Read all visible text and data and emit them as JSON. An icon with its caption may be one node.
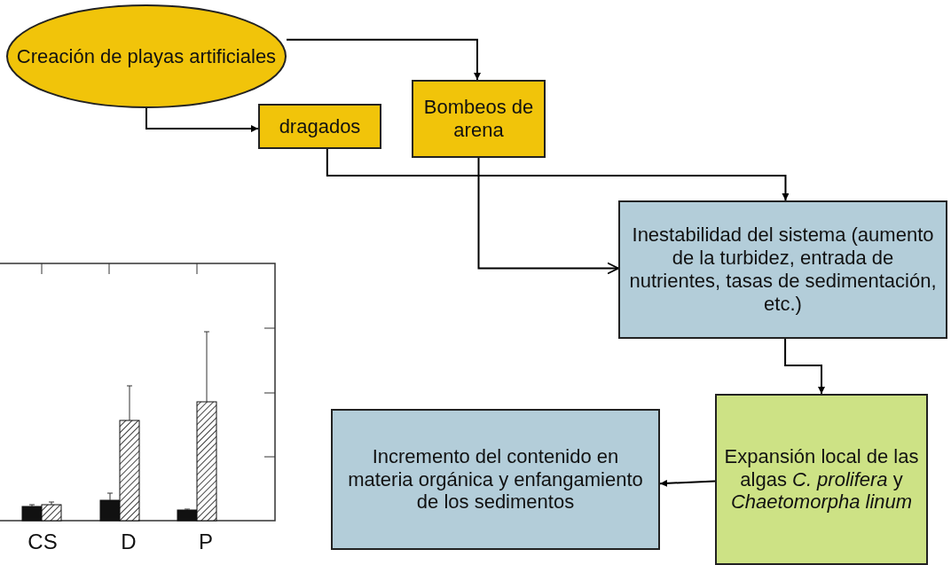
{
  "diagram": {
    "nodes": [
      {
        "text": [
          "Creación de playas artificiales"
        ]
      },
      {
        "text": [
          "dragados"
        ]
      },
      {
        "text": [
          "Bombeos de arena"
        ]
      },
      {
        "text": [
          "Inestabilidad del sistema (aumento de la turbidez, entrada de nutrientes, tasas de sedimentación, etc.)"
        ]
      },
      {
        "text": [
          "Expansión local de las algas *C. prolifera* y *Chaetomorpha linum*"
        ]
      },
      {
        "text": [
          "Incremento del contenido en materia orgánica y enfangamiento de los sedimentos"
        ]
      }
    ],
    "edges": [
      {
        "from": 0,
        "to": 2,
        "arrow": "to"
      },
      {
        "from": 0,
        "to": 1,
        "arrow": "to"
      },
      {
        "from": 1,
        "to": 3,
        "arrow": "to"
      },
      {
        "from": 2,
        "to": 3,
        "arrow": "to"
      },
      {
        "from": 3,
        "to": 4,
        "arrow": "to"
      },
      {
        "from": 4,
        "to": 5,
        "arrow": "to"
      }
    ],
    "labels": [
      "CS",
      "D",
      "P"
    ]
  }
}
